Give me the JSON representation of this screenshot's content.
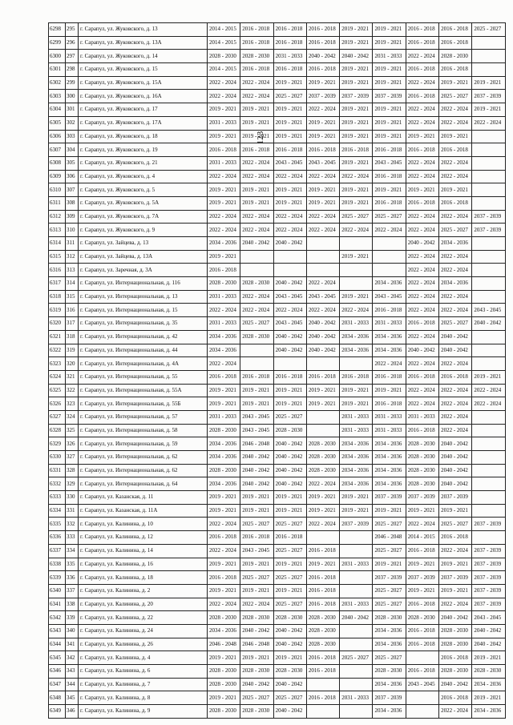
{
  "page_number": "123",
  "rows": [
    {
      "n": "6298",
      "id": "295",
      "address": "г. Сарапул, ул. Жуковского, д. 13",
      "periods": [
        "2014 - 2015",
        "2016 - 2018",
        "2016 - 2018",
        "2016 - 2018",
        "2019 - 2021",
        "2019 - 2021",
        "2016 - 2018",
        "2016 - 2018",
        "2025 - 2027"
      ]
    },
    {
      "n": "6299",
      "id": "296",
      "address": "г. Сарапул, ул. Жуковского, д. 13А",
      "periods": [
        "2014 - 2015",
        "2016 - 2018",
        "2016 - 2018",
        "2016 - 2018",
        "2019 - 2021",
        "2019 - 2021",
        "2016 - 2018",
        "2016 - 2018",
        ""
      ]
    },
    {
      "n": "6300",
      "id": "297",
      "address": "г. Сарапул, ул. Жуковского, д. 14",
      "periods": [
        "2028 - 2030",
        "2028 - 2030",
        "2031 - 2033",
        "2040 - 2042",
        "2040 - 2042",
        "2031 - 2033",
        "2022 - 2024",
        "2028 - 2030",
        ""
      ]
    },
    {
      "n": "6301",
      "id": "298",
      "address": "г. Сарапул, ул. Жуковского, д. 15",
      "periods": [
        "2014 - 2015",
        "2016 - 2018",
        "2016 - 2018",
        "2016 - 2018",
        "2019 - 2021",
        "2019 - 2021",
        "2016 - 2018",
        "2016 - 2018",
        ""
      ]
    },
    {
      "n": "6302",
      "id": "299",
      "address": "г. Сарапул, ул. Жуковского, д. 15А",
      "periods": [
        "2022 - 2024",
        "2022 - 2024",
        "2019 - 2021",
        "2019 - 2021",
        "2019 - 2021",
        "2019 - 2021",
        "2022 - 2024",
        "2019 - 2021",
        "2019 - 2021"
      ]
    },
    {
      "n": "6303",
      "id": "300",
      "address": "г. Сарапул, ул. Жуковского, д. 16А",
      "periods": [
        "2022 - 2024",
        "2022 - 2024",
        "2025 - 2027",
        "2037 - 2039",
        "2037 - 2039",
        "2037 - 2039",
        "2016 - 2018",
        "2025 - 2027",
        "2037 - 2039"
      ]
    },
    {
      "n": "6304",
      "id": "301",
      "address": "г. Сарапул, ул. Жуковского, д. 17",
      "periods": [
        "2019 - 2021",
        "2019 - 2021",
        "2019 - 2021",
        "2022 - 2024",
        "2019 - 2021",
        "2019 - 2021",
        "2022 - 2024",
        "2022 - 2024",
        "2019 - 2021"
      ]
    },
    {
      "n": "6305",
      "id": "302",
      "address": "г. Сарапул, ул. Жуковского, д. 17А",
      "periods": [
        "2031 - 2033",
        "2019 - 2021",
        "2019 - 2021",
        "2019 - 2021",
        "2019 - 2021",
        "2019 - 2021",
        "2022 - 2024",
        "2022 - 2024",
        "2022 - 2024"
      ]
    },
    {
      "n": "6306",
      "id": "303",
      "address": "г. Сарапул, ул. Жуковского, д. 18",
      "periods": [
        "2019 - 2021",
        "2019 - 2021",
        "2019 - 2021",
        "2019 - 2021",
        "2019 - 2021",
        "2019 - 2021",
        "2019 - 2021",
        "2019 - 2021",
        ""
      ]
    },
    {
      "n": "6307",
      "id": "304",
      "address": "г. Сарапул, ул. Жуковского, д. 19",
      "periods": [
        "2016 - 2018",
        "2016 - 2018",
        "2016 - 2018",
        "2016 - 2018",
        "2016 - 2018",
        "2016 - 2018",
        "2016 - 2018",
        "2016 - 2018",
        ""
      ]
    },
    {
      "n": "6308",
      "id": "305",
      "address": "г. Сарапул, ул. Жуковского, д. 21",
      "periods": [
        "2031 - 2033",
        "2022 - 2024",
        "2043 - 2045",
        "2043 - 2045",
        "2019 - 2021",
        "2043 - 2045",
        "2022 - 2024",
        "2022 - 2024",
        ""
      ]
    },
    {
      "n": "6309",
      "id": "306",
      "address": "г. Сарапул, ул. Жуковского, д. 4",
      "periods": [
        "2022 - 2024",
        "2022 - 2024",
        "2022 - 2024",
        "2022 - 2024",
        "2022 - 2024",
        "2016 - 2018",
        "2022 - 2024",
        "2022 - 2024",
        ""
      ]
    },
    {
      "n": "6310",
      "id": "307",
      "address": "г. Сарапул, ул. Жуковского, д. 5",
      "periods": [
        "2019 - 2021",
        "2019 - 2021",
        "2019 - 2021",
        "2019 - 2021",
        "2019 - 2021",
        "2019 - 2021",
        "2019 - 2021",
        "2019 - 2021",
        ""
      ]
    },
    {
      "n": "6311",
      "id": "308",
      "address": "г. Сарапул, ул. Жуковского, д. 5А",
      "periods": [
        "2019 - 2021",
        "2019 - 2021",
        "2019 - 2021",
        "2019 - 2021",
        "2019 - 2021",
        "2016 - 2018",
        "2016 - 2018",
        "2016 - 2018",
        ""
      ]
    },
    {
      "n": "6312",
      "id": "309",
      "address": "г. Сарапул, ул. Жуковского, д. 7А",
      "periods": [
        "2022 - 2024",
        "2022 - 2024",
        "2022 - 2024",
        "2022 - 2024",
        "2025 - 2027",
        "2025 - 2027",
        "2022 - 2024",
        "2022 - 2024",
        "2037 - 2039"
      ]
    },
    {
      "n": "6313",
      "id": "310",
      "address": "г. Сарапул, ул. Жуковского, д. 9",
      "periods": [
        "2022 - 2024",
        "2022 - 2024",
        "2022 - 2024",
        "2022 - 2024",
        "2022 - 2024",
        "2022 - 2024",
        "2022 - 2024",
        "2025 - 2027",
        "2037 - 2039"
      ]
    },
    {
      "n": "6314",
      "id": "311",
      "address": "г. Сарапул, ул. Зайцева, д. 13",
      "periods": [
        "2034 - 2036",
        "2040 - 2042",
        "2040 - 2042",
        "",
        "",
        "",
        "2040 - 2042",
        "2034 - 2036",
        ""
      ]
    },
    {
      "n": "6315",
      "id": "312",
      "address": "г. Сарапул, ул. Зайцева, д. 13А",
      "periods": [
        "2019 - 2021",
        "",
        "",
        "",
        "2019 - 2021",
        "",
        "2022 - 2024",
        "2022 - 2024",
        ""
      ]
    },
    {
      "n": "6316",
      "id": "313",
      "address": "г. Сарапул, ул. Заречная, д. 3А",
      "periods": [
        "2016 - 2018",
        "",
        "",
        "",
        "",
        "",
        "2022 - 2024",
        "2022 - 2024",
        ""
      ]
    },
    {
      "n": "6317",
      "id": "314",
      "address": "г. Сарапул, ул. Интернациональная, д. 116",
      "periods": [
        "2028 - 2030",
        "2028 - 2030",
        "2040 - 2042",
        "2022 - 2024",
        "",
        "2034 - 2036",
        "2022 - 2024",
        "2034 - 2036",
        ""
      ]
    },
    {
      "n": "6318",
      "id": "315",
      "address": "г. Сарапул, ул. Интернациональная, д. 13",
      "periods": [
        "2031 - 2033",
        "2022 - 2024",
        "2043 - 2045",
        "2043 - 2045",
        "2019 - 2021",
        "2043 - 2045",
        "2022 - 2024",
        "2022 - 2024",
        ""
      ]
    },
    {
      "n": "6319",
      "id": "316",
      "address": "г. Сарапул, ул. Интернациональная, д. 15",
      "periods": [
        "2022 - 2024",
        "2022 - 2024",
        "2022 - 2024",
        "2022 - 2024",
        "2022 - 2024",
        "2016 - 2018",
        "2022 - 2024",
        "2022 - 2024",
        "2043 - 2045"
      ]
    },
    {
      "n": "6320",
      "id": "317",
      "address": "г. Сарапул, ул. Интернациональная, д. 35",
      "periods": [
        "2031 - 2033",
        "2025 - 2027",
        "2043 - 2045",
        "2040 - 2042",
        "2031 - 2033",
        "2031 - 2033",
        "2016 - 2018",
        "2025 - 2027",
        "2040 - 2042"
      ]
    },
    {
      "n": "6321",
      "id": "318",
      "address": "г. Сарапул, ул. Интернациональная, д. 42",
      "periods": [
        "2034 - 2036",
        "2028 - 2030",
        "2040 - 2042",
        "2040 - 2042",
        "2034 - 2036",
        "2034 - 2036",
        "2022 - 2024",
        "2040 - 2042",
        ""
      ]
    },
    {
      "n": "6322",
      "id": "319",
      "address": "г. Сарапул, ул. Интернациональная, д. 44",
      "periods": [
        "2034 - 2036",
        "",
        "2040 - 2042",
        "2040 - 2042",
        "2034 - 2036",
        "2034 - 2036",
        "2040 - 2042",
        "2040 - 2042",
        ""
      ]
    },
    {
      "n": "6323",
      "id": "320",
      "address": "г. Сарапул, ул. Интернациональная, д. 4А",
      "periods": [
        "2022 - 2024",
        "",
        "",
        "",
        "",
        "2022 - 2024",
        "2022 - 2024",
        "2022 - 2024",
        ""
      ]
    },
    {
      "n": "6324",
      "id": "321",
      "address": "г. Сарапул, ул. Интернациональная, д. 55",
      "periods": [
        "2016 - 2018",
        "2016 - 2018",
        "2016 - 2018",
        "2016 - 2018",
        "2016 - 2018",
        "2016 - 2018",
        "2016 - 2018",
        "2016 - 2018",
        "2019 - 2021"
      ]
    },
    {
      "n": "6325",
      "id": "322",
      "address": "г. Сарапул, ул. Интернациональная, д. 55А",
      "periods": [
        "2019 - 2021",
        "2019 - 2021",
        "2019 - 2021",
        "2019 - 2021",
        "2019 - 2021",
        "2019 - 2021",
        "2022 - 2024",
        "2022 - 2024",
        "2022 - 2024"
      ]
    },
    {
      "n": "6326",
      "id": "323",
      "address": "г. Сарапул, ул. Интернациональная, д. 55Б",
      "periods": [
        "2019 - 2021",
        "2019 - 2021",
        "2019 - 2021",
        "2019 - 2021",
        "2019 - 2021",
        "2016 - 2018",
        "2022 - 2024",
        "2022 - 2024",
        "2022 - 2024"
      ]
    },
    {
      "n": "6327",
      "id": "324",
      "address": "г. Сарапул, ул. Интернациональная, д. 57",
      "periods": [
        "2031 - 2033",
        "2043 - 2045",
        "2025 - 2027",
        "",
        "2031 - 2033",
        "2031 - 2033",
        "2031 - 2033",
        "2022 - 2024",
        ""
      ]
    },
    {
      "n": "6328",
      "id": "325",
      "address": "г. Сарапул, ул. Интернациональная, д. 58",
      "periods": [
        "2028 - 2030",
        "2043 - 2045",
        "2028 - 2030",
        "",
        "2031 - 2033",
        "2031 - 2033",
        "2016 - 2018",
        "2022 - 2024",
        ""
      ]
    },
    {
      "n": "6329",
      "id": "326",
      "address": "г. Сарапул, ул. Интернациональная, д. 59",
      "periods": [
        "2034 - 2036",
        "2046 - 2048",
        "2040 - 2042",
        "2028 - 2030",
        "2034 - 2036",
        "2034 - 2036",
        "2028 - 2030",
        "2040 - 2042",
        ""
      ]
    },
    {
      "n": "6330",
      "id": "327",
      "address": "г. Сарапул, ул. Интернациональная, д. 62",
      "periods": [
        "2034 - 2036",
        "2040 - 2042",
        "2040 - 2042",
        "2028 - 2030",
        "2034 - 2036",
        "2034 - 2036",
        "2028 - 2030",
        "2040 - 2042",
        ""
      ]
    },
    {
      "n": "6331",
      "id": "328",
      "address": "г. Сарапул, ул. Интернациональная, д. 62",
      "periods": [
        "2028 - 2030",
        "2040 - 2042",
        "2040 - 2042",
        "2028 - 2030",
        "2034 - 2036",
        "2034 - 2036",
        "2028 - 2030",
        "2040 - 2042",
        ""
      ]
    },
    {
      "n": "6332",
      "id": "329",
      "address": "г. Сарапул, ул. Интернациональная, д. 64",
      "periods": [
        "2034 - 2036",
        "2040 - 2042",
        "2040 - 2042",
        "2022 - 2024",
        "2034 - 2036",
        "2034 - 2036",
        "2028 - 2030",
        "2040 - 2042",
        ""
      ]
    },
    {
      "n": "6333",
      "id": "330",
      "address": "г. Сарапул, ул. Казанская, д. 11",
      "periods": [
        "2019 - 2021",
        "2019 - 2021",
        "2019 - 2021",
        "2019 - 2021",
        "2019 - 2021",
        "2037 - 2039",
        "2037 - 2039",
        "2037 - 2039",
        ""
      ]
    },
    {
      "n": "6334",
      "id": "331",
      "address": "г. Сарапул, ул. Казанская, д. 11А",
      "periods": [
        "2019 - 2021",
        "2019 - 2021",
        "2019 - 2021",
        "2019 - 2021",
        "2019 - 2021",
        "2019 - 2021",
        "2019 - 2021",
        "2019 - 2021",
        ""
      ]
    },
    {
      "n": "6335",
      "id": "332",
      "address": "г. Сарапул, ул. Калинина, д. 10",
      "periods": [
        "2022 - 2024",
        "2025 - 2027",
        "2025 - 2027",
        "2022 - 2024",
        "2037 - 2039",
        "2025 - 2027",
        "2022 - 2024",
        "2025 - 2027",
        "2037 - 2039"
      ]
    },
    {
      "n": "6336",
      "id": "333",
      "address": "г. Сарапул, ул. Калинина, д. 12",
      "periods": [
        "2016 - 2018",
        "2016 - 2018",
        "2016 - 2018",
        "",
        "",
        "2046 - 2048",
        "2014 - 2015",
        "2016 - 2018",
        ""
      ]
    },
    {
      "n": "6337",
      "id": "334",
      "address": "г. Сарапул, ул. Калинина, д. 14",
      "periods": [
        "2022 - 2024",
        "2043 - 2045",
        "2025 - 2027",
        "2016 - 2018",
        "",
        "2025 - 2027",
        "2016 - 2018",
        "2022 - 2024",
        "2037 - 2039"
      ]
    },
    {
      "n": "6338",
      "id": "335",
      "address": "г. Сарапул, ул. Калинина, д. 16",
      "periods": [
        "2019 - 2021",
        "2019 - 2021",
        "2019 - 2021",
        "2019 - 2021",
        "2031 - 2033",
        "2019 - 2021",
        "2019 - 2021",
        "2019 - 2021",
        "2037 - 2039"
      ]
    },
    {
      "n": "6339",
      "id": "336",
      "address": "г. Сарапул, ул. Калинина, д. 18",
      "periods": [
        "2016 - 2018",
        "2025 - 2027",
        "2025 - 2027",
        "2016 - 2018",
        "",
        "2037 - 2039",
        "2037 - 2039",
        "2037 - 2039",
        "2037 - 2039"
      ]
    },
    {
      "n": "6340",
      "id": "337",
      "address": "г. Сарапул, ул. Калинина, д. 2",
      "periods": [
        "2019 - 2021",
        "2019 - 2021",
        "2019 - 2021",
        "2016 - 2018",
        "",
        "2025 - 2027",
        "2019 - 2021",
        "2019 - 2021",
        "2037 - 2039"
      ]
    },
    {
      "n": "6341",
      "id": "338",
      "address": "г. Сарапул, ул. Калинина, д. 20",
      "periods": [
        "2022 - 2024",
        "2022 - 2024",
        "2025 - 2027",
        "2016 - 2018",
        "2031 - 2033",
        "2025 - 2027",
        "2016 - 2018",
        "2022 - 2024",
        "2037 - 2039"
      ]
    },
    {
      "n": "6342",
      "id": "339",
      "address": "г. Сарапул, ул. Калинина, д. 22",
      "periods": [
        "2028 - 2030",
        "2028 - 2030",
        "2028 - 2030",
        "2028 - 2030",
        "2040 - 2042",
        "2028 - 2030",
        "2028 - 2030",
        "2040 - 2042",
        "2043 - 2045"
      ]
    },
    {
      "n": "6343",
      "id": "340",
      "address": "г. Сарапул, ул. Калинина, д. 24",
      "periods": [
        "2034 - 2036",
        "2040 - 2042",
        "2040 - 2042",
        "2028 - 2030",
        "",
        "2034 - 2036",
        "2016 - 2018",
        "2028 - 2030",
        "2040 - 2042"
      ]
    },
    {
      "n": "6344",
      "id": "341",
      "address": "г. Сарапул, ул. Калинина, д. 26",
      "periods": [
        "2046 - 2048",
        "2046 - 2048",
        "2040 - 2042",
        "2028 - 2030",
        "",
        "2034 - 2036",
        "2016 - 2018",
        "2028 - 2030",
        "2040 - 2042"
      ]
    },
    {
      "n": "6345",
      "id": "342",
      "address": "г. Сарапул, ул. Калинина, д. 4",
      "periods": [
        "2019 - 2021",
        "2019 - 2021",
        "2019 - 2021",
        "2016 - 2018",
        "2025 - 2027",
        "2025 - 2027",
        "",
        "2016 - 2018",
        "2019 - 2021"
      ]
    },
    {
      "n": "6346",
      "id": "343",
      "address": "г. Сарапул, ул. Калинина, д. 6",
      "periods": [
        "2028 - 2030",
        "2028 - 2030",
        "2028 - 2030",
        "2016 - 2018",
        "",
        "2028 - 2030",
        "2016 - 2018",
        "2028 - 2030",
        "2028 - 2030"
      ]
    },
    {
      "n": "6347",
      "id": "344",
      "address": "г. Сарапул, ул. Калинина, д. 7",
      "periods": [
        "2028 - 2030",
        "2040 - 2042",
        "2040 - 2042",
        "",
        "",
        "2034 - 2036",
        "2043 - 2045",
        "2040 - 2042",
        "2034 - 2036"
      ]
    },
    {
      "n": "6348",
      "id": "345",
      "address": "г. Сарапул, ул. Калинина, д. 8",
      "periods": [
        "2019 - 2021",
        "2025 - 2027",
        "2025 - 2027",
        "2016 - 2018",
        "2031 - 2033",
        "2037 - 2039",
        "",
        "2016 - 2018",
        "2019 - 2021"
      ]
    },
    {
      "n": "6349",
      "id": "346",
      "address": "г. Сарапул, ул. Калинина, д. 9",
      "periods": [
        "2028 - 2030",
        "2028 - 2030",
        "2040 - 2042",
        "",
        "",
        "2034 - 2036",
        "",
        "2022 - 2024",
        "2034 - 2036"
      ]
    }
  ]
}
